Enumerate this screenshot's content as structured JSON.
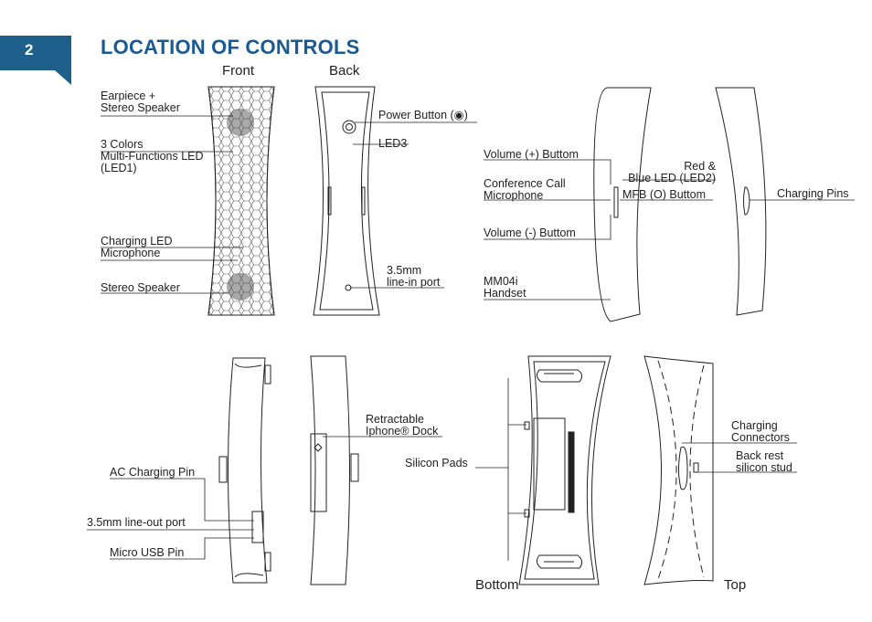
{
  "page": {
    "number": "2",
    "title": "LOCATION OF CONTROLS"
  },
  "views": {
    "front": "Front",
    "back": "Back",
    "bottom": "Bottom",
    "top": "Top"
  },
  "labels": {
    "earpiece": "Earpiece +\nStereo Speaker",
    "led1": "3 Colors\nMulti-Functions LED\n(LED1)",
    "charging_led_mic": "Charging LED\nMicrophone",
    "stereo_speaker": "Stereo Speaker",
    "power_button": "Power Button (◉)",
    "led3": "LED3",
    "line_in": "3.5mm\nline-in port",
    "volume_up": "Volume (+) Buttom",
    "conference_mic": "Conference Call\nMicrophone",
    "volume_down": "Volume (-) Buttom",
    "handset": "MM04i\nHandset",
    "led2": "Red &\nBlue LED (LED2)",
    "mfb": "MFB (O) Buttom",
    "charging_pins": "Charging Pins",
    "dock": "Retractable\nIphone® Dock",
    "ac_pin": "AC Charging Pin",
    "line_out": "3.5mm line-out port",
    "micro_usb": "Micro USB Pin",
    "silicon_pads": "Silicon Pads",
    "charging_connectors": "Charging\nConnectors",
    "back_rest": "Back rest\nsilicon stud"
  },
  "colors": {
    "accent": "#1a5a93",
    "tab": "#1f5f8b",
    "speaker_grey": "#a9a9a9"
  }
}
